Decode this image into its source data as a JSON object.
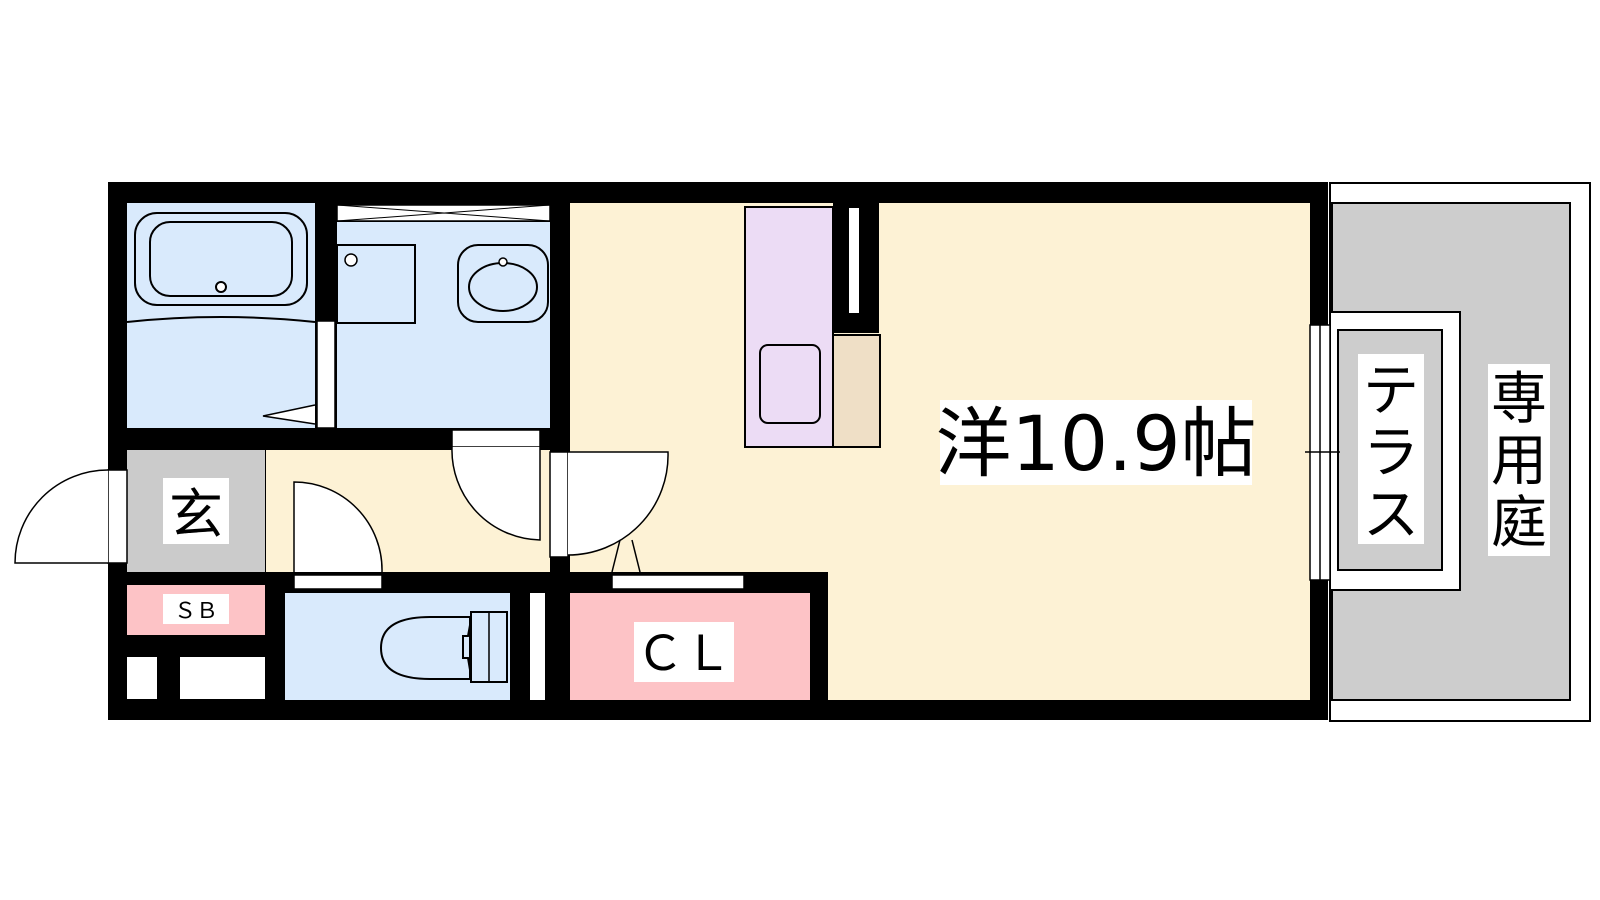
{
  "labels": {
    "main_room": "洋10.9帖",
    "entrance": "玄",
    "shoe_box": "ＳＢ",
    "closet": "ＣＬ",
    "terrace": [
      "テ",
      "ラ",
      "ス"
    ],
    "private_garden": [
      "専",
      "用",
      "庭"
    ]
  },
  "colors": {
    "wall": "#000000",
    "living_floor": "#fdf2d5",
    "wet_area": "#d9eafc",
    "closet": "#fdc3c6",
    "entrance": "#cbcbcb",
    "kitchen": "#ecdcf5",
    "counter": "#efdfc6",
    "garden": "#cdcdcd"
  }
}
